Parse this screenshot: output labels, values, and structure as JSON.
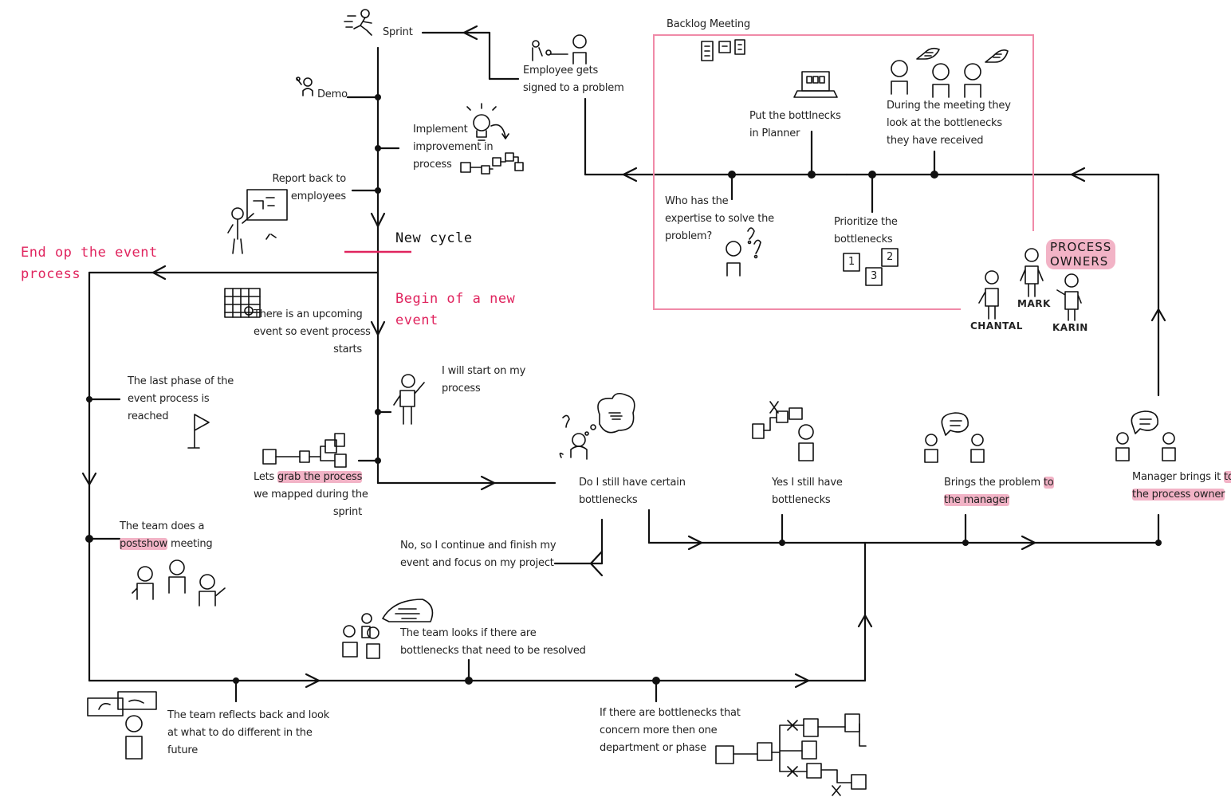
{
  "labels": {
    "sprint": "Sprint",
    "demo": "Demo",
    "employee_problem": [
      "Employee gets",
      "signed to a problem"
    ],
    "implement": [
      "Implement",
      "improvement in",
      "process"
    ],
    "report_back": [
      "Report back to",
      "employees"
    ],
    "new_cycle": "New cycle",
    "end_event": [
      "End op the event",
      "process"
    ],
    "begin_event": [
      "Begin of a new",
      "event"
    ],
    "upcoming_event": [
      "There is an upcoming",
      "event so event process",
      "starts"
    ],
    "last_phase": [
      "The last phase of the",
      "event process is",
      "reached"
    ],
    "start_process": [
      "I will start on my",
      "process"
    ],
    "grab_process": {
      "pre": "Lets ",
      "hl": "grab the process",
      "l2": "we mapped during the",
      "l3": "sprint"
    },
    "postshow": {
      "l1": "The team does a",
      "hl": "postshow",
      "post": " meeting"
    },
    "still_bottlenecks": [
      "Do I still have certain",
      "bottlenecks"
    ],
    "yes_bottlenecks": [
      "Yes I still have",
      "bottlenecks"
    ],
    "brings_problem": {
      "pre": "Brings the problem ",
      "hl1": "to",
      "hl2": "the manager"
    },
    "manager_brings": {
      "pre": "Manager brings it ",
      "hl1": "to",
      "hl2": "the process owner"
    },
    "no_continue": [
      "No, so I continue and finish my",
      "event and focus on my project"
    ],
    "team_looks": [
      "The team looks if there are",
      "bottlenecks that need to be resolved"
    ],
    "team_reflects": [
      "The team reflects back and look",
      "at what to do different in the",
      "future"
    ],
    "more_departments": [
      "If there are bottlenecks that",
      "concern more then one",
      "department or phase"
    ],
    "backlog_meeting": "Backlog Meeting",
    "planner": [
      "Put the bottlnecks",
      "in Planner"
    ],
    "during_meeting": [
      "During the meeting they",
      "look at the bottlenecks",
      "they have received"
    ],
    "expertise": [
      "Who has the",
      "expertise to solve the",
      "problem?"
    ],
    "prioritize": [
      "Prioritize the",
      "bottlenecks"
    ],
    "process_owners": [
      "PROCESS",
      "OWNERS"
    ],
    "person_names": [
      "CHANTAL",
      "MARK",
      "KARIN"
    ],
    "priority_numbers": [
      "1",
      "2",
      "3"
    ]
  },
  "colors": {
    "ink": "#111111",
    "accent_red": "#e0245e",
    "highlight_pink": "#f2b3c6",
    "box_pink": "#f08aa8"
  }
}
